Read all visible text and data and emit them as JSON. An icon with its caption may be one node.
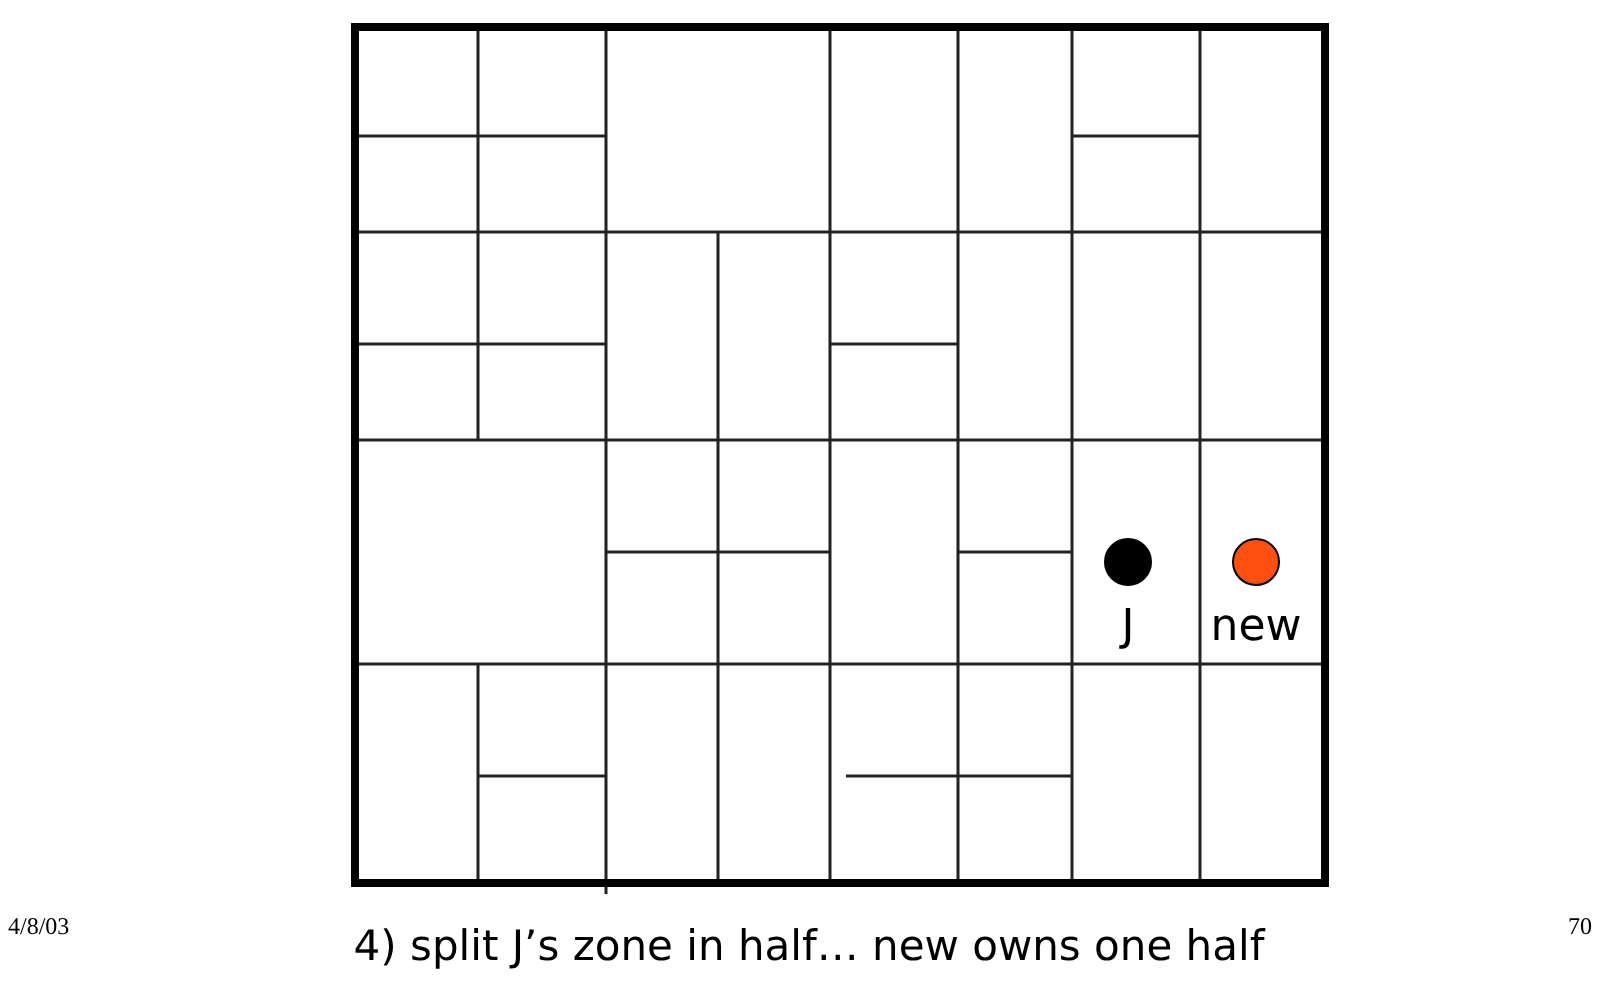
{
  "diagram": {
    "caption": "4) split J’s zone in half… new owns one half",
    "nodes": [
      {
        "text": [],
        "shape": "circle",
        "beside": [
          "J"
        ]
      },
      {
        "text": [],
        "shape": "circle",
        "beside": [
          "new"
        ]
      }
    ],
    "labels": [
      "4/8/03",
      "70"
    ]
  }
}
